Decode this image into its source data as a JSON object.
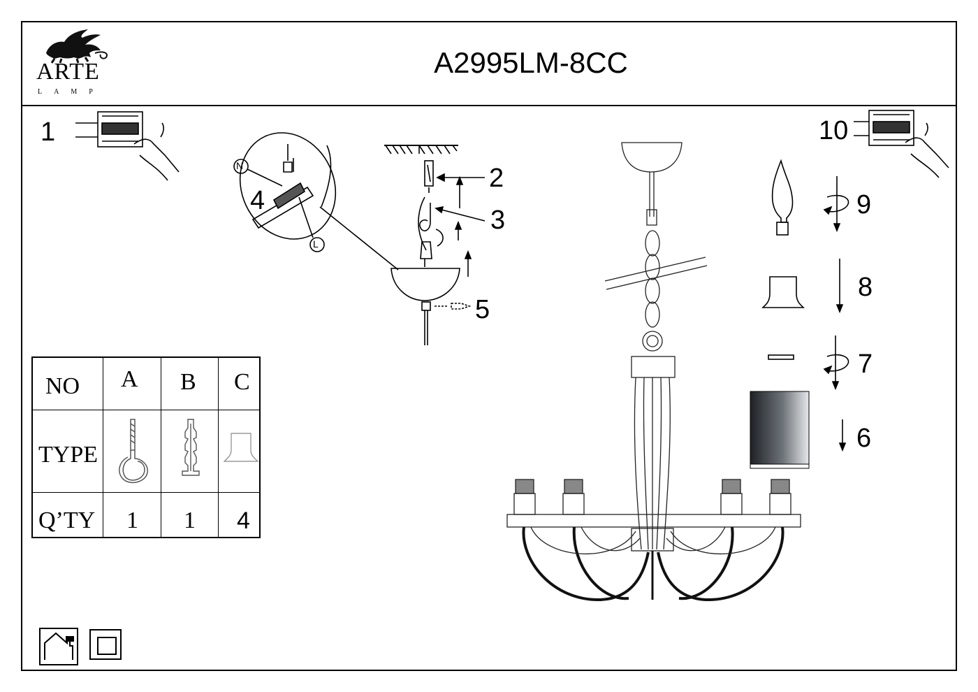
{
  "header": {
    "brand": "ARTE",
    "brand_sub": "LAMP",
    "model": "A2995LM-8CC"
  },
  "steps": {
    "s1": "1",
    "s2": "2",
    "s3": "3",
    "s4": "4",
    "s5": "5",
    "s6": "6",
    "s7": "7",
    "s8": "8",
    "s9": "9",
    "s10": "10"
  },
  "wire_labels": {
    "neutral": "N",
    "live": "L"
  },
  "parts_table": {
    "row_no": "NO",
    "row_type": "TYPE",
    "row_qty": "Q’TY",
    "columns": [
      "A",
      "B",
      "C"
    ],
    "quantities": [
      "1",
      "1",
      "4"
    ]
  },
  "icons": {
    "indoor": "indoor-use-icon",
    "insulation": "double-insulation-icon"
  }
}
